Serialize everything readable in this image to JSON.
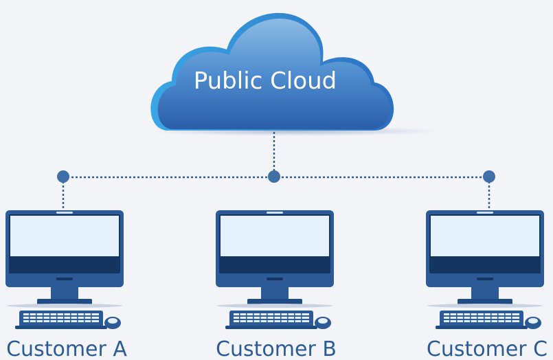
{
  "cloud": {
    "label": "Public Cloud"
  },
  "customers": [
    {
      "label": "Customer A"
    },
    {
      "label": "Customer B"
    },
    {
      "label": "Customer C"
    }
  ],
  "colors": {
    "background": "#f3f4f8",
    "cloud_top": "#8ab8e2",
    "cloud_bottom": "#2d62ad",
    "connector": "#2e5d93",
    "monitor_frame": "#2b5a97",
    "monitor_screen": "#e4f1fc",
    "monitor_bezel": "#14355f",
    "label_text": "#2c5a92"
  }
}
